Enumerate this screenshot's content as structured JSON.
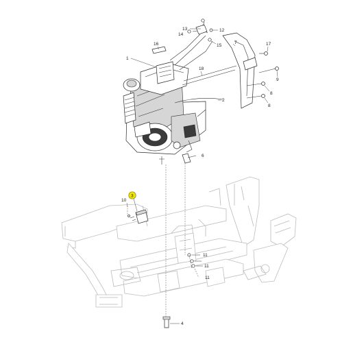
{
  "callouts": {
    "c1": "1",
    "c2": "2",
    "c3": "3",
    "c4": "4",
    "c6": "6",
    "c7": "7",
    "c8a": "8",
    "c8b": "8",
    "c9": "9",
    "c10": "10",
    "c11a": "11",
    "c11b": "11",
    "c11c": "11",
    "c12": "12",
    "c13": "13",
    "c14": "14",
    "c15": "15",
    "c16": "16",
    "c17": "17",
    "c18": "18"
  },
  "colors": {
    "highlight": "#f3e600",
    "highlight_border": "#8a8000",
    "frame_ghost": "#b9b9b9",
    "line": "#333333"
  },
  "highlighted_callout": "3"
}
